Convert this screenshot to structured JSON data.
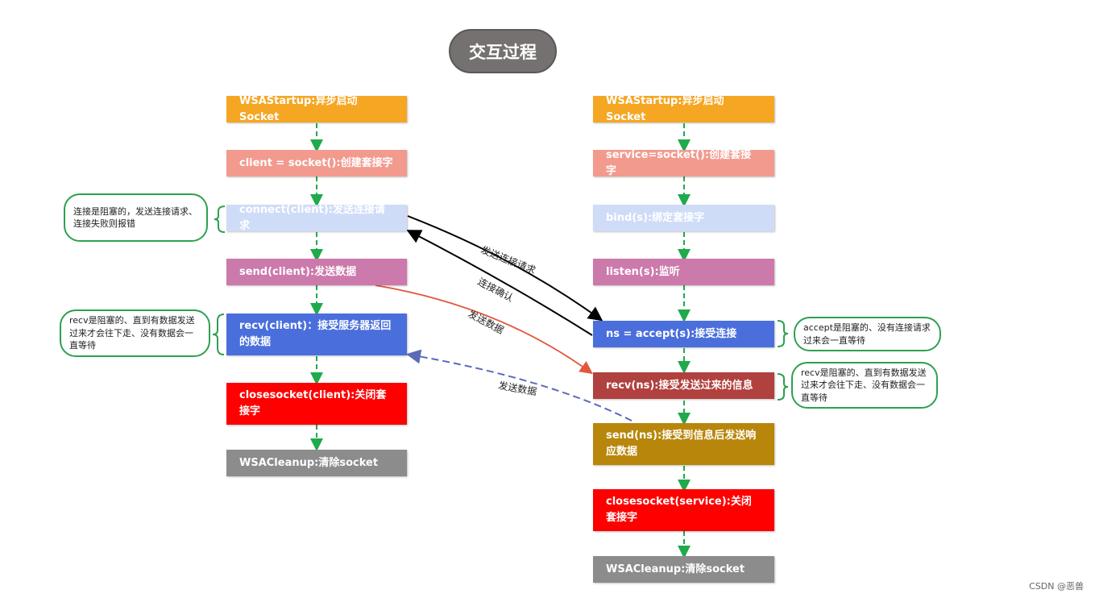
{
  "title": "交互过程",
  "colors": {
    "orange": "#f5a623",
    "salmon": "#f29a8e",
    "lightblue": "#cfdcf8",
    "pink": "#cc79ab",
    "blue": "#4a6fdc",
    "darkred": "#b0413e",
    "gold": "#b8860b",
    "red": "#ff0000",
    "gray": "#8c8c8c",
    "arrow_green": "#1faa4c"
  },
  "client": {
    "startup": "WSAStartup:异步启动Socket",
    "socket": "client = socket():创建套接字",
    "connect": "connect(client):发送连接请求",
    "send": "send(client):发送数据",
    "recv": "recv(client)：接受服务器返回的数据",
    "close": "closesocket(client):关闭套接字",
    "cleanup": "WSACleanup:清除socket"
  },
  "server": {
    "startup": "WSAStartup:异步启动Socket",
    "socket": "service=socket():创建套接字",
    "bind": "bind(s):绑定套接字",
    "listen": "listen(s):监听",
    "accept": "ns = accept(s):接受连接",
    "recv": "recv(ns):接受发送过来的信息",
    "send": "send(ns):接受到信息后发送响应数据",
    "close": "closesocket(service):关闭套接字",
    "cleanup": "WSACleanup:清除socket"
  },
  "notes": {
    "connect": "连接是阻塞的，发送连接请求、连接失败则报错",
    "recv_client": "recv是阻塞的、直到有数据发送过来才会往下走、没有数据会一直等待",
    "accept": "accept是阻塞的、没有连接请求过来会一直等待",
    "recv_server": "recv是阻塞的、直到有数据发送过来才会往下走、没有数据会一直等待"
  },
  "arrows": {
    "send_request": "发送连接请求",
    "confirm": "连接确认",
    "send_data_1": "发送数据",
    "send_data_2": "发送数据"
  },
  "footer": "CSDN @恶兽"
}
